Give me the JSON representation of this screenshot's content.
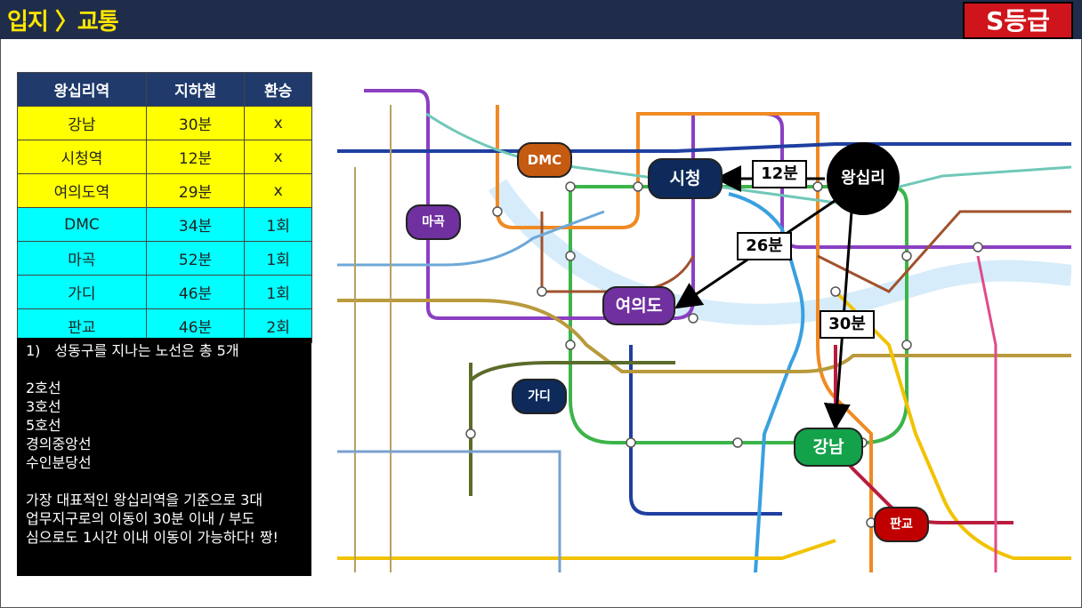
{
  "header": {
    "title": "입지 〉교통",
    "grade": "S등급"
  },
  "table": {
    "headers": [
      "왕십리역",
      "지하철",
      "환승"
    ],
    "rows": [
      {
        "dest": "강남",
        "time": "30분",
        "transfer": "x"
      },
      {
        "dest": "시청역",
        "time": "12분",
        "transfer": "x"
      },
      {
        "dest": "여의도역",
        "time": "29분",
        "transfer": "x"
      },
      {
        "dest": "DMC",
        "time": "34분",
        "transfer": "1회"
      },
      {
        "dest": "마곡",
        "time": "52분",
        "transfer": "1회"
      },
      {
        "dest": "가디",
        "time": "46분",
        "transfer": "1회"
      },
      {
        "dest": "판교",
        "time": "46분",
        "transfer": "2회"
      }
    ]
  },
  "notes": {
    "heading": "1)　성동구를 지나는 노선은 총 5개",
    "lines": [
      "2호선",
      "3호선",
      "5호선",
      "경의중앙선",
      "수인분당선"
    ],
    "summary1": "가장 대표적인 왕십리역을 기준으로 3대",
    "summary2": "업무지구로의 이동이  30분 이내 / 부도",
    "summary3": "심으로도 1시간 이내 이동이 가능하다! 짱!"
  },
  "map": {
    "origin": "왕십리",
    "stations": {
      "city_hall": "시청",
      "yeouido": "여의도",
      "gangnam": "강남",
      "dmc": "DMC",
      "magok": "마곡",
      "gadi": "가디",
      "pangyo": "판교"
    },
    "times": {
      "city_hall": "12분",
      "yeouido": "26분",
      "gangnam": "30분"
    },
    "colors": {
      "origin": "#000000",
      "city_hall": "#0d2a5a",
      "yeouido": "#7030a0",
      "gangnam": "#13a24a",
      "dmc": "#c55a11",
      "magok": "#7030a0",
      "gadi": "#0d2a5a",
      "pangyo": "#c00000"
    }
  }
}
